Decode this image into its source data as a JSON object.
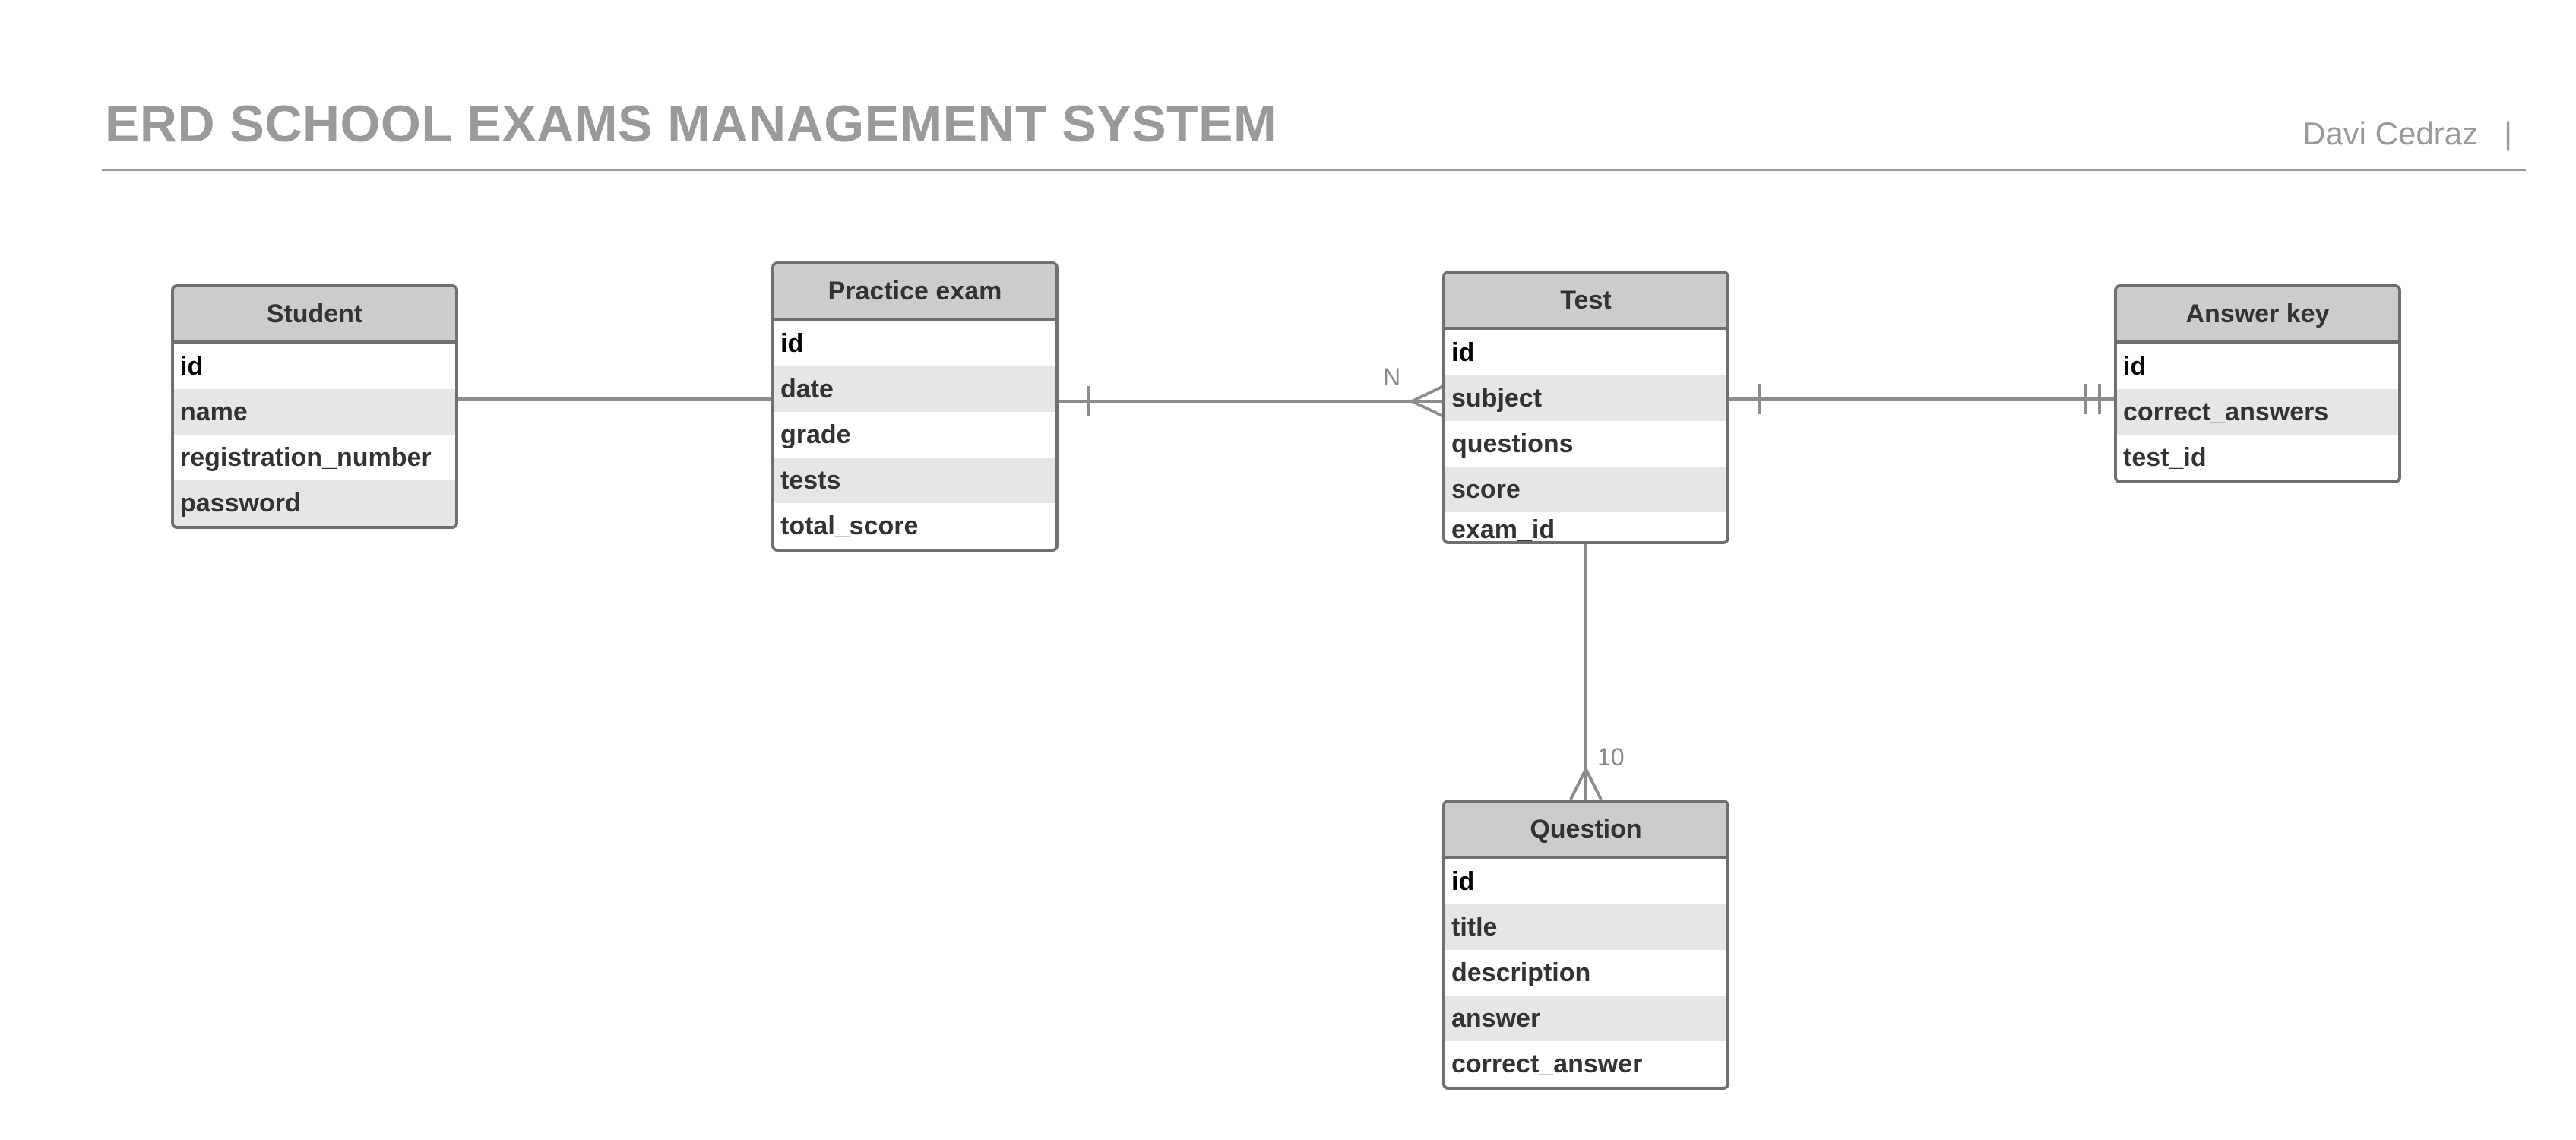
{
  "diagram": {
    "title": "ERD SCHOOL EXAMS MANAGEMENT SYSTEM",
    "author": "Davi Cedraz",
    "author_separator": "|"
  },
  "entities": {
    "student": {
      "name": "Student",
      "fields": [
        "id",
        "name",
        "registration_number",
        "password"
      ]
    },
    "practice_exam": {
      "name": "Practice exam",
      "fields": [
        "id",
        "date",
        "grade",
        "tests",
        "total_score"
      ]
    },
    "test": {
      "name": "Test",
      "fields": [
        "id",
        "subject",
        "questions",
        "score",
        "exam_id"
      ]
    },
    "answer_key": {
      "name": "Answer key",
      "fields": [
        "id",
        "correct_answers",
        "test_id"
      ]
    },
    "question": {
      "name": "Question",
      "fields": [
        "id",
        "title",
        "description",
        "answer",
        "correct_answer"
      ]
    }
  },
  "relationships": {
    "student_practice_exam": {
      "from": "Student",
      "to": "Practice exam",
      "from_end": "none",
      "to_end": "none"
    },
    "practice_exam_test": {
      "from": "Practice exam",
      "to": "Test",
      "from_end": "one",
      "to_end": "many",
      "label": "N"
    },
    "test_answer_key": {
      "from": "Test",
      "to": "Answer key",
      "from_end": "one",
      "to_end": "one-and-only-one"
    },
    "test_question": {
      "from": "Test",
      "to": "Question",
      "from_end": "none",
      "to_end": "many",
      "label": "10"
    }
  },
  "colors": {
    "title": "#9a9a9a",
    "header_fill": "#cccccc",
    "alt_row_fill": "#e6e6e6",
    "border": "#6f6f6f",
    "connector": "#8c8c8c",
    "field_text": "#333333"
  }
}
